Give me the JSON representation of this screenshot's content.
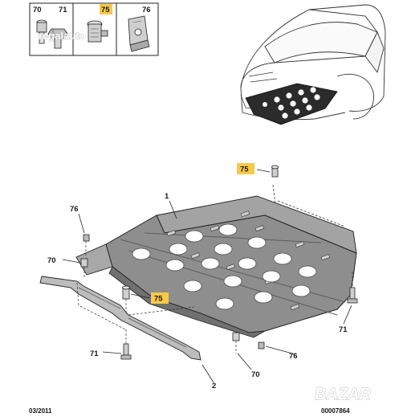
{
  "legend": {
    "codes": [
      "70",
      "71",
      "75",
      "76"
    ],
    "highlighted": "75"
  },
  "callouts": {
    "part_1": "1",
    "part_2": "2",
    "screw_75_top": "75",
    "screw_75_mid": "75",
    "clip_76_left": "76",
    "clip_76_right": "76",
    "nut_70_left": "70",
    "nut_70_right": "70",
    "bolt_71_left": "71",
    "bolt_71_right": "71"
  },
  "footer": {
    "date": "03/2011",
    "ref": "00007864"
  },
  "watermarks": {
    "top_left": "regalauto",
    "bottom_right": "BAZAR"
  },
  "colors": {
    "highlight": "#f7c948",
    "shield_fill": "#8e8e8e",
    "hole_fill": "#ffffff",
    "line": "#222222"
  }
}
